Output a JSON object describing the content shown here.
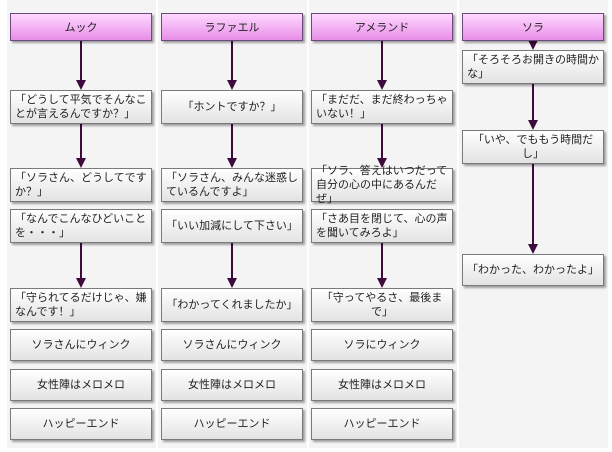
{
  "columns": [
    {
      "header": "ムック",
      "boxes": [
        "「どうして平気でそんなことが言えるんですか？」",
        "「ソラさん、どうしてですか？」",
        "「なんでこんなひどいことを・・・」",
        "「守られてるだけじゃ、嫌なんです！」",
        "ソラさんにウィンク",
        "女性陣はメロメロ",
        "ハッピーエンド"
      ]
    },
    {
      "header": "ラファエル",
      "boxes": [
        "「ホントですか？」",
        "「ソラさん、みんな迷惑しているんですよ」",
        "「いい加減にして下さい」",
        "「わかってくれましたか」",
        "ソラさんにウィンク",
        "女性陣はメロメロ",
        "ハッピーエンド"
      ]
    },
    {
      "header": "アメランド",
      "boxes": [
        "「まだだ、まだ終わっちゃいない！」",
        "「ソラ、答えはいつだって自分の心の中にあるんだぜ」",
        "「さあ目を閉じて、心の声を聞いてみろよ」",
        "「守ってやるさ、最後まで」",
        "ソラにウィンク",
        "女性陣はメロメロ",
        "ハッピーエンド"
      ]
    },
    {
      "header": "ソラ",
      "boxes": [
        "「そろそろお開きの時間かな」",
        "「いや、でももう時間だし」",
        "「わかった、わかったよ」"
      ]
    }
  ],
  "colors": {
    "header_top": "#ffd8ff",
    "header_bottom": "#e88ee8",
    "arrow": "#3d0c3d",
    "column_bg": "#f4f4f4"
  }
}
